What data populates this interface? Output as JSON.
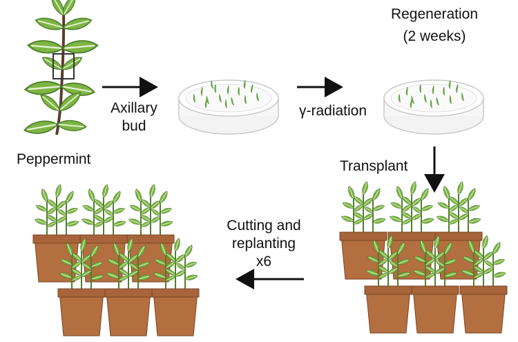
{
  "labels": {
    "peppermint": "Peppermint",
    "axillary_bud_line1": "Axillary",
    "axillary_bud_line2": "bud",
    "gamma_radiation": "γ-radiation",
    "regeneration_line1": "Regeneration",
    "regeneration_line2": "(2 weeks)",
    "transplant": "Transplant",
    "cutting_line1": "Cutting and",
    "cutting_line2": "replanting",
    "cutting_line3": "x6"
  },
  "colors": {
    "leaf": "#6fa83a",
    "leaf_dark": "#3f7a2a",
    "explant": "#5e9a43",
    "pot": "#b36f3f",
    "pot_rim": "#8e5430",
    "arrow": "#111111"
  }
}
